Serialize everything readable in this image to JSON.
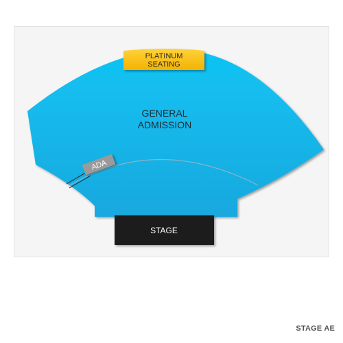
{
  "colors": {
    "ga_fill": "#17b5e8",
    "platinum_fill": "#f6b800",
    "stage_fill": "#1e1e1e",
    "ada_fill": "#9a9a9a",
    "background": "#f5f5f5"
  },
  "sections": {
    "platinum": {
      "line1": "PLATINUM",
      "line2": "SEATING"
    },
    "general_admission": {
      "line1": "GENERAL",
      "line2": "ADMISSION"
    },
    "ada": {
      "label": "ADA"
    },
    "stage": {
      "label": "STAGE"
    }
  },
  "venue": {
    "name": "STAGE AE"
  }
}
